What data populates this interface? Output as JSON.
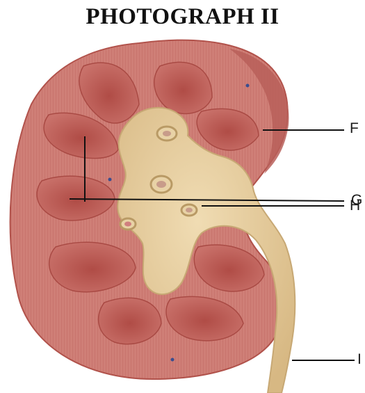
{
  "title": "PHOTOGRAPH II",
  "labels": {
    "f": "F",
    "g": "G",
    "h": "H",
    "i": "I"
  },
  "colors": {
    "cortex": "#cf7f77",
    "cortex_dark": "#b85f59",
    "pyramid": "#b9574f",
    "pelvis": "#e4c99a",
    "pelvis_shadow": "#c7a874",
    "capsule_edge": "#b1524b"
  },
  "structures": [
    "renal-cortex",
    "renal-pyramid",
    "renal-pelvis",
    "ureter"
  ]
}
